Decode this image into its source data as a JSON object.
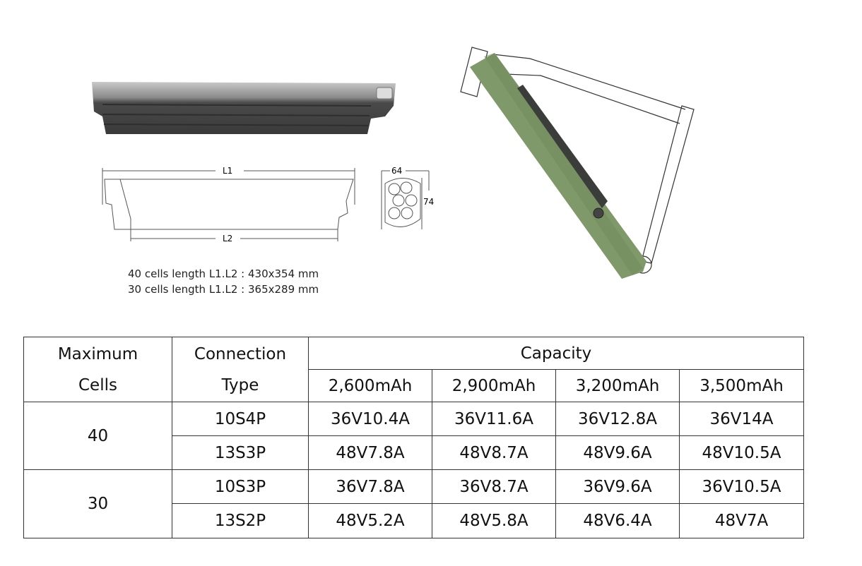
{
  "drawing": {
    "l1_label": "L1",
    "l2_label": "L2",
    "width_label": "64",
    "height_label": "74",
    "caption_lines": [
      "40 cells length L1.L2 : 430x354 mm",
      "30 cells length L1.L2 : 365x289 mm"
    ]
  },
  "colors": {
    "battery_green": "#7f9a68",
    "battery_gray": "#5a5a5a"
  },
  "table": {
    "header": {
      "max_cells": [
        "Maximum",
        "Cells"
      ],
      "connection": [
        "Connection",
        "Type"
      ],
      "capacity": "Capacity",
      "capacities": [
        "2,600mAh",
        "2,900mAh",
        "3,200mAh",
        "3,500mAh"
      ]
    },
    "groups": [
      {
        "cells": "40",
        "rows": [
          {
            "type": "10S4P",
            "values": [
              "36V10.4A",
              "36V11.6A",
              "36V12.8A",
              "36V14A"
            ]
          },
          {
            "type": "13S3P",
            "values": [
              "48V7.8A",
              "48V8.7A",
              "48V9.6A",
              "48V10.5A"
            ]
          }
        ]
      },
      {
        "cells": "30",
        "rows": [
          {
            "type": "10S3P",
            "values": [
              "36V7.8A",
              "36V8.7A",
              "36V9.6A",
              "36V10.5A"
            ]
          },
          {
            "type": "13S2P",
            "values": [
              "48V5.2A",
              "48V5.8A",
              "48V6.4A",
              "48V7A"
            ]
          }
        ]
      }
    ]
  }
}
